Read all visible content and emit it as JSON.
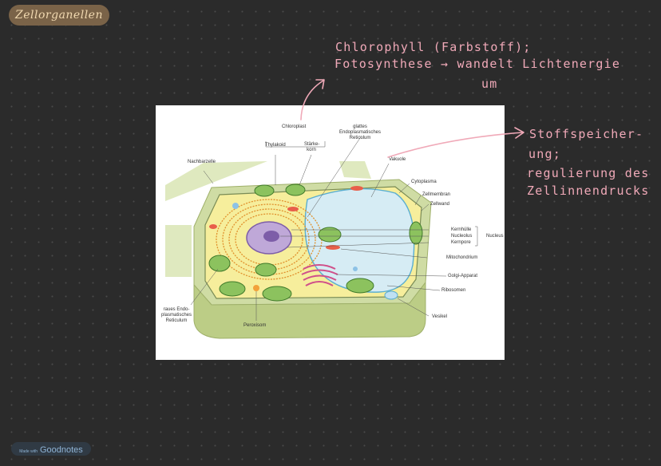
{
  "title_tag": "Zellorganellen",
  "notes": {
    "chlorophyll_line1": "Chlorophyll (Farbstoff);",
    "chlorophyll_line2": "Fotosynthese → wandelt Lichtenergie",
    "chlorophyll_line3": "um",
    "vakuole_line1": "Stoffspeicher-",
    "vakuole_line2": "ung;",
    "vakuole_line3": "regulierung des",
    "vakuole_line4": "Zellinnendrucks"
  },
  "figure_labels": {
    "chloroplast": "Chloroplast",
    "glattes_er": "glattes Endoplasmatisches Reticulum",
    "thylakoid": "Thylakoid",
    "staerkekorn": "Stärke- korn",
    "nachbarzelle": "Nachbarzelle",
    "vakuole": "Vakuole",
    "cytoplasma": "Cytoplasma",
    "zellmembran": "Zellmembran",
    "zellwand": "Zellwand",
    "kernhuelle": "Kernhülle",
    "nucleolus": "Nucleolus",
    "kernpore": "Kernpore",
    "nucleus": "Nucleus",
    "mitochondrium": "Mitochondrium",
    "golgi": "Golgi-Apparat",
    "ribosomen": "Ribosomen",
    "vesikel": "Vesikel",
    "raues_er": "raues Endo- plasmatisches Reticulum",
    "peroxisom": "Peroxisom"
  },
  "badge": {
    "made_with": "Made with",
    "brand": "Goodnotes"
  },
  "colors": {
    "background": "#2b2b2b",
    "note_ink": "#f0a9b8",
    "tag_fill": "#7a6348",
    "tag_text": "#f1d9b0"
  }
}
